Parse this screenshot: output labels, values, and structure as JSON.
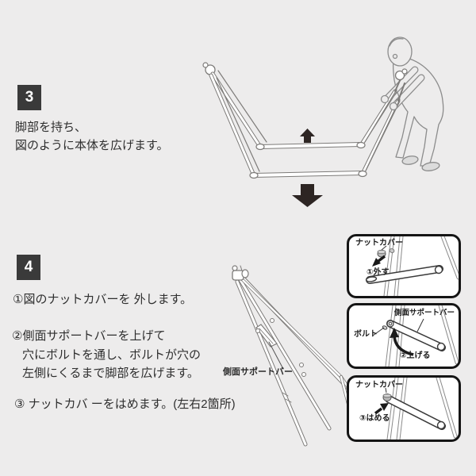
{
  "page": {
    "background_color": "#edecec"
  },
  "colors": {
    "badge_background": "#3a3a3a",
    "badge_text": "#ffffff",
    "body_text": "#2e2e2e",
    "arrow": "#2d2523",
    "detail_box_border": "#151515",
    "line_art": "#7d7b79"
  },
  "step3": {
    "number": "3",
    "lines": [
      "脚部を持ち、",
      "図のように本体を広げます。"
    ]
  },
  "step4": {
    "number": "4",
    "instructions": [
      "①図のナットカバーを 外します。",
      "②側面サポートバーを上げて",
      "穴にボルトを通し、ボルトが穴の",
      "左側にくるまで脚部を広げます。",
      "③ ナットカバ ーをはめます。(左右2箇所)"
    ],
    "diagram_label": "側面サポートバー"
  },
  "detail_boxes": [
    {
      "part_label": "ナットカバー",
      "action_label": "①外す"
    },
    {
      "part_label": "側面サポートバー",
      "part_label2": "ボルト",
      "action_label": "②上げる"
    },
    {
      "part_label": "ナットカバー",
      "action_label": "③はめる"
    }
  ]
}
